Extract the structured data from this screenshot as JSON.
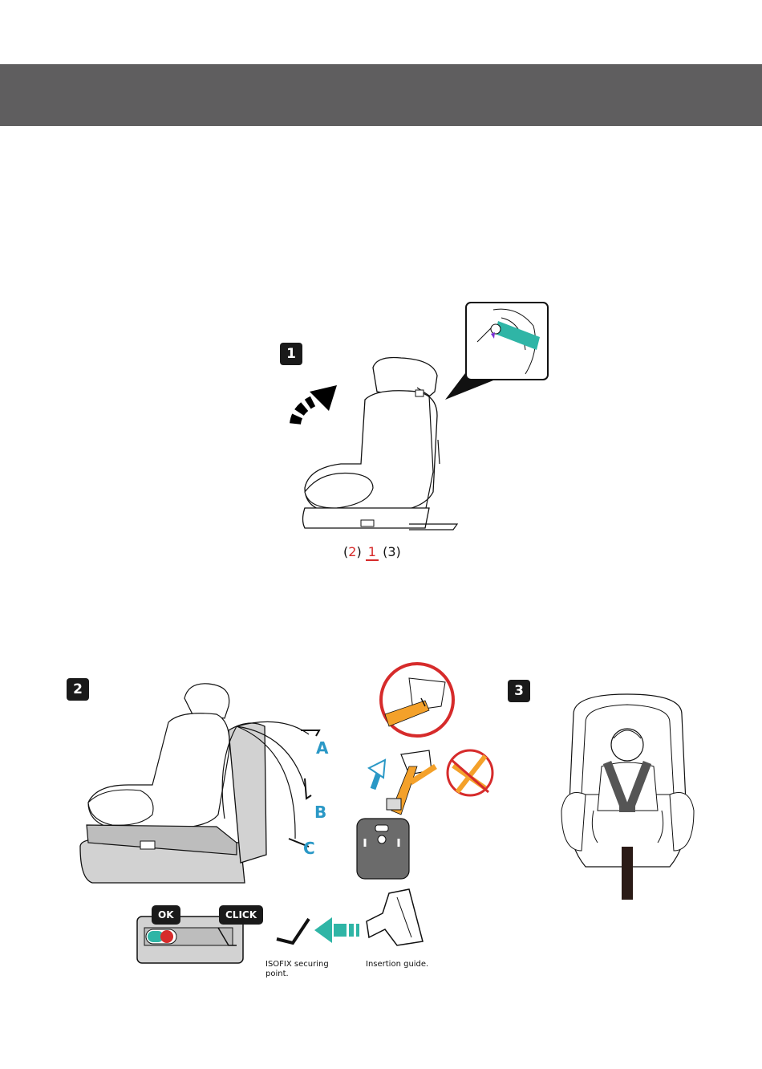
{
  "header": {
    "title": ""
  },
  "steps": [
    {
      "number": "1"
    },
    {
      "number": "2"
    },
    {
      "number": "3"
    }
  ],
  "recline": {
    "left": "2",
    "active": "1",
    "right": "3"
  },
  "isofix_letters": [
    "A",
    "B",
    "C"
  ],
  "indicator": {
    "ok_label": "OK",
    "click_label": "CLICK"
  },
  "captions": {
    "securing_point": "ISOFIX securing point.",
    "insertion_guide": "Insertion guide."
  },
  "colors": {
    "header": "#5f5e5f",
    "accent_teal": "#2fb5a6",
    "accent_orange": "#f4a12a",
    "accent_red": "#d62b2b",
    "accent_blue": "#2a98c6"
  }
}
